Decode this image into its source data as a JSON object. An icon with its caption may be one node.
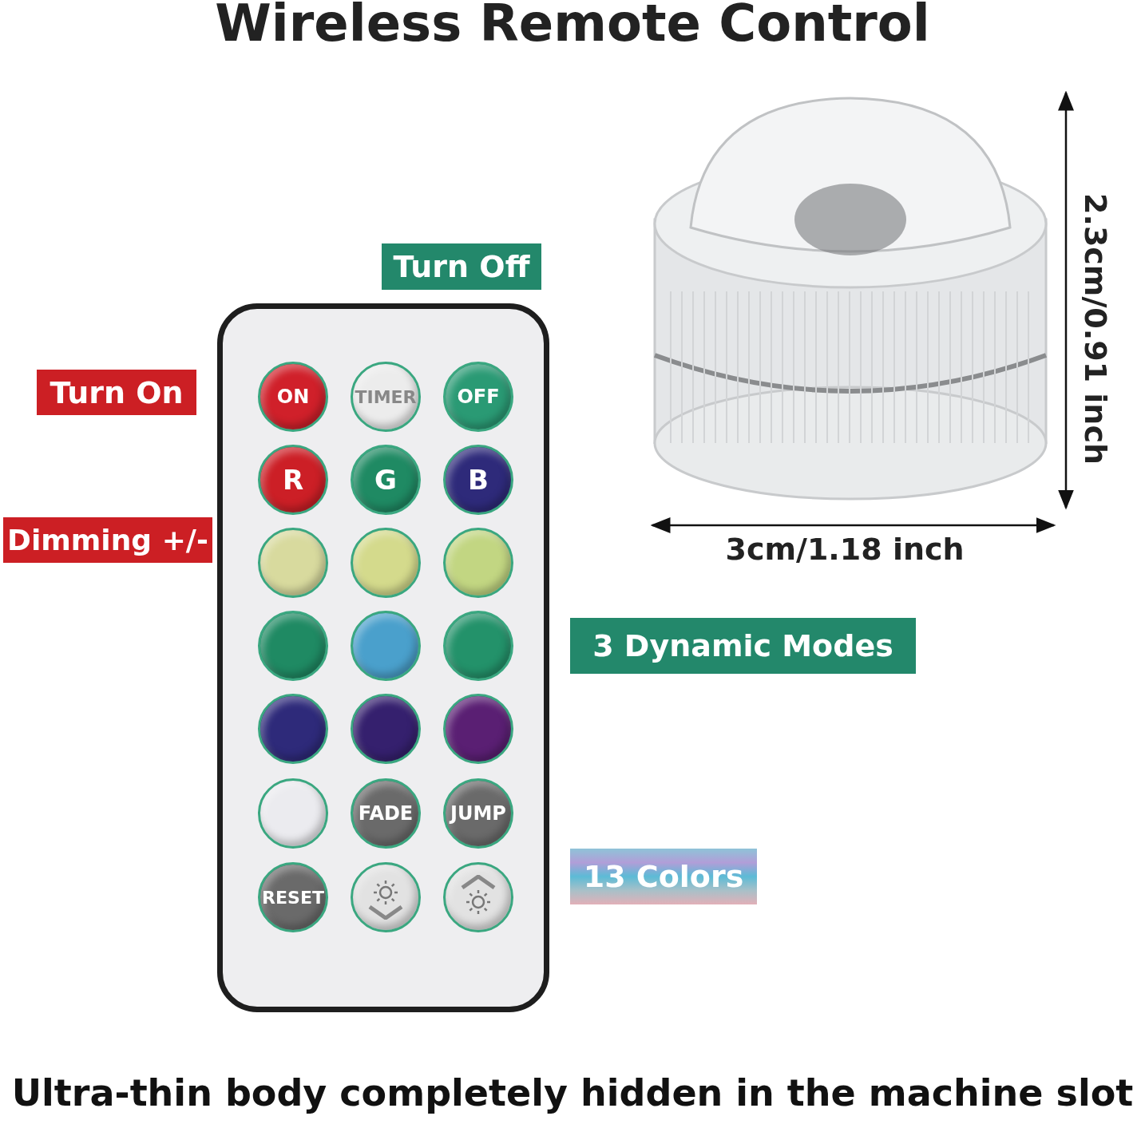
{
  "diagram": {
    "title": "Wireless Remote Control",
    "caption": "Ultra-thin body completely hidden in the machine slot",
    "nodes": [
      {
        "text": [
          "Turn Off"
        ]
      },
      {
        "text": [
          "Turn On"
        ]
      },
      {
        "text": [
          "Dimming +/-"
        ]
      },
      {
        "text": [
          "3 Dynamic Modes"
        ]
      },
      {
        "text": [
          "13 Colors"
        ]
      },
      {
        "text": [],
        "shape": "picture"
      },
      {
        "text": [
          "ON"
        ],
        "in": 5
      },
      {
        "text": [
          "TIMER"
        ],
        "in": 5
      },
      {
        "text": [
          "OFF"
        ],
        "in": 5
      },
      {
        "text": [
          "R"
        ],
        "in": 5
      },
      {
        "text": [
          "G"
        ],
        "in": 5
      },
      {
        "text": [
          "B"
        ],
        "in": 5
      },
      {
        "text": [],
        "shape": "circle",
        "in": 5
      },
      {
        "text": [],
        "shape": "circle",
        "in": 5
      },
      {
        "text": [],
        "shape": "circle",
        "in": 5
      },
      {
        "text": [],
        "shape": "circle",
        "in": 5
      },
      {
        "text": [],
        "shape": "circle",
        "in": 5
      },
      {
        "text": [],
        "shape": "circle",
        "in": 5
      },
      {
        "text": [],
        "shape": "circle",
        "in": 5
      },
      {
        "text": [],
        "shape": "circle",
        "in": 5
      },
      {
        "text": [],
        "shape": "circle",
        "in": 5
      },
      {
        "text": [],
        "shape": "circle",
        "in": 5
      },
      {
        "text": [
          "FADE"
        ],
        "in": 5
      },
      {
        "text": [
          "JUMP"
        ],
        "in": 5
      },
      {
        "text": [
          "RESET"
        ],
        "in": 5
      },
      {
        "text": [],
        "shape": "circle",
        "in": 5
      },
      {
        "text": [],
        "shape": "circle",
        "in": 5
      },
      {
        "text": [],
        "shape": "picture"
      }
    ],
    "edges": [],
    "labels": [
      "2.3cm/0.91 inch",
      "3cm/1.18 inch"
    ]
  }
}
